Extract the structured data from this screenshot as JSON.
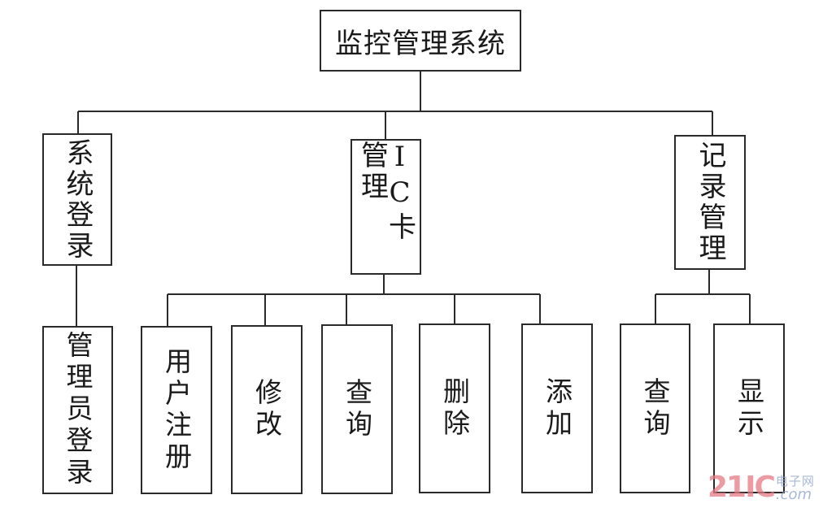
{
  "root": {
    "label": "监控管理系统"
  },
  "branches": [
    {
      "label": "系统登录",
      "children": [
        {
          "label": "管理员登录"
        }
      ]
    },
    {
      "label": "IC卡管理",
      "children": [
        {
          "label": "用户注册"
        },
        {
          "label": "修改"
        },
        {
          "label": "查询"
        },
        {
          "label": "删除"
        },
        {
          "label": "添加"
        }
      ]
    },
    {
      "label": "记录管理",
      "children": [
        {
          "label": "查询"
        },
        {
          "label": "显示"
        }
      ]
    }
  ],
  "watermark": {
    "brand_number": "21IC",
    "brand_cn": "电子网",
    "brand_domain": ".com"
  },
  "colors": {
    "line": "#2a2a2a",
    "watermark_red": "#e87a85",
    "watermark_blue": "#8aa0c8"
  }
}
